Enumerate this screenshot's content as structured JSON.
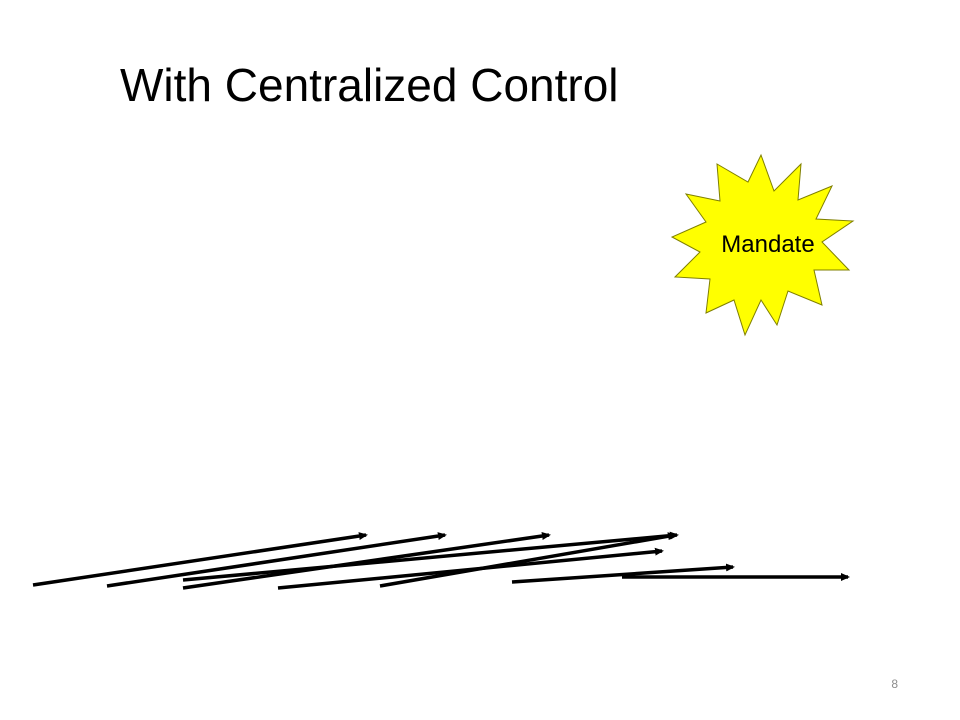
{
  "slide": {
    "title": "With Centralized Control",
    "page_number": "8"
  },
  "burst": {
    "label": "Mandate",
    "fill": "#ffff00",
    "stroke": "#7f7f00"
  },
  "arrows": {
    "color": "#000000",
    "count": 8
  }
}
